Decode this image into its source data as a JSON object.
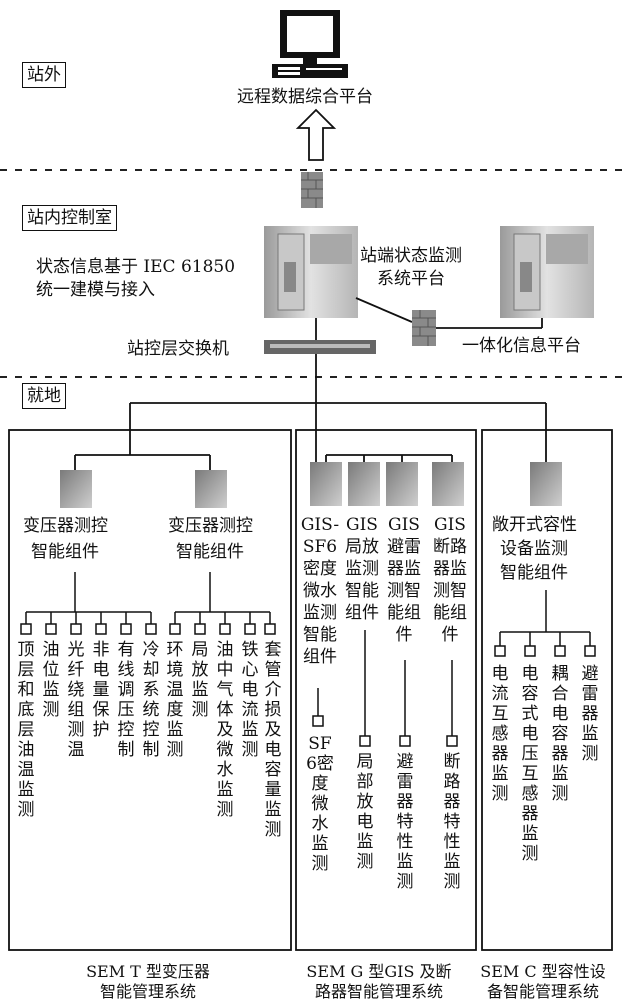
{
  "zones": {
    "outside": "站外",
    "control_room": "站内控制室",
    "local": "就地"
  },
  "top": {
    "remote_platform": "远程数据综合平台",
    "modeling_note_line1": "状态信息基于 IEC 61850",
    "modeling_note_line2": "统一建模与接入",
    "station_platform_line1": "站端状态监测",
    "station_platform_line2": "系统平台",
    "switch": "站控层交换机",
    "integrated_platform": "一体化信息平台"
  },
  "transformer": {
    "component1_line1": "变压器测控",
    "component1_line2": "智能组件",
    "component2_line1": "变压器测控",
    "component2_line2": "智能组件",
    "items": [
      "顶层和底层油温监测",
      "油位监测",
      "光纤绕组测温",
      "非电量保护",
      "有线调压控制",
      "冷却系统控制",
      "环境温度监测",
      "局放监测",
      "油中气体及微水监测",
      "铁心电流监测",
      "套管介损及电容量监测"
    ],
    "caption_line1": "SEM T 型变压器",
    "caption_line2": "智能管理系统"
  },
  "gis": {
    "col1": [
      "GIS-",
      "SF6",
      "密度",
      "微水",
      "监测",
      "智能",
      "组件"
    ],
    "col2": "GIS局放监测智能组件",
    "col3": "GIS避雷器监测智能组件",
    "col4": "GIS断路器监测智能组件",
    "items": [
      "SF6密度微水监测",
      "局部放电监测",
      "避雷器特性监测",
      "断路器特性监测"
    ],
    "caption_line1": "SEM G 型GIS 及断",
    "caption_line2": "路器智能管理系统"
  },
  "capacitor": {
    "component_line1": "敞开式容性",
    "component_line2": "设备监测",
    "component_line3": "智能组件",
    "items": [
      "电流互感器监测",
      "电容式电压互感器监测",
      "耦合电容器监测",
      "避雷器监测"
    ],
    "caption_line1": "SEM C 型容性设",
    "caption_line2": "备智能管理系统"
  }
}
